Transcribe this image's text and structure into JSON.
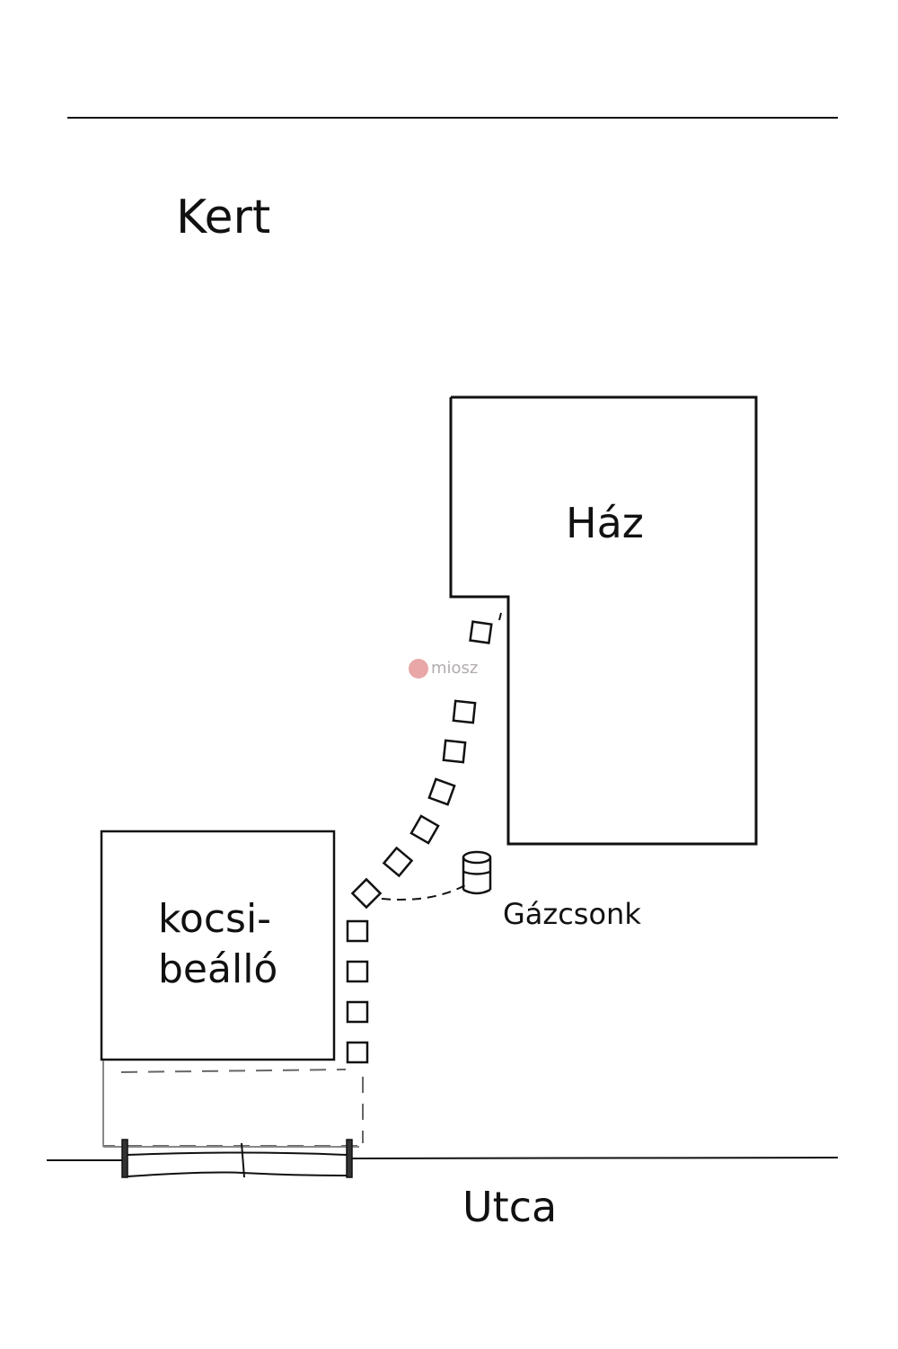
{
  "diagram": {
    "labels": {
      "garden": "Kert",
      "house": "Ház",
      "carport_line1": "kocsi-",
      "carport_line2": "beálló",
      "gas_connection": "Gázcsonk",
      "street": "Utca"
    },
    "watermark": "miosz",
    "colors": {
      "stroke": "#111111",
      "dashed": "#555555",
      "background": "#ffffff",
      "watermark_logo": "#e28a8a"
    }
  }
}
